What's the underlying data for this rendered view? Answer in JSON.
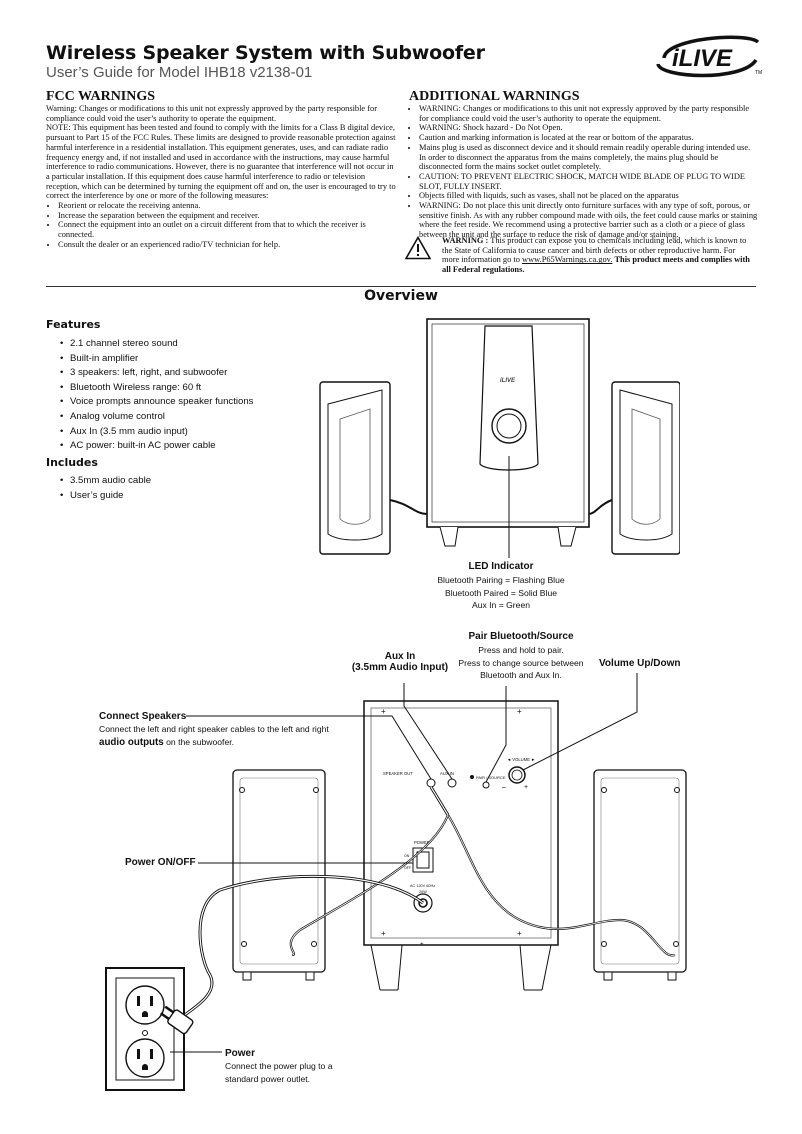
{
  "header": {
    "title": "Wireless Speaker System with Subwoofer",
    "subtitle": "User’s Guide for Model IHB18 v2138-01",
    "logo_text": "iLIVE"
  },
  "fcc": {
    "heading": "FCC WARNINGS",
    "paragraph1": "Warning: Changes or modifications to this unit not expressly approved by the party responsible for compliance could void the user’s authority to operate the equipment.",
    "paragraph2": "NOTE: This equipment has been tested and found to comply with the limits for a Class B digital device, pursuant to Part 15 of the FCC Rules. These limits are designed to provide reasonable protection against harmful interference in a residential installation. This equipment generates, uses, and can radiate radio frequency energy and, if not installed and used in accordance with the instructions, may cause harmful interference to radio communications. However, there is no guarantee that interference will not occur in a particular installation. If this equipment does cause harmful interference to radio or television reception, which can be determined by turning the equipment off and on, the user is encouraged to try to correct the interference by one or more of the following measures:",
    "measures": [
      "Reorient or relocate the receiving antenna.",
      "Increase the separation between the equipment and receiver.",
      "Connect the equipment into an outlet on a circuit different from that to which the receiver is connected.",
      "Consult the dealer or an experienced radio/TV technician for help."
    ]
  },
  "additional": {
    "heading": "ADDITIONAL WARNINGS",
    "items": [
      "WARNING: Changes or modifications to this unit not expressly approved by the party responsible for compliance could void the user’s authority to operate the equipment.",
      "WARNING: Shock hazard - Do Not Open.",
      "Caution and marking information is located at the rear or bottom of the apparatus.",
      "Mains plug is used as disconnect device and it should remain readily operable during intended use. In order to disconnect the apparatus from the mains completely, the mains plug should be disconnected form the mains socket outlet completely.",
      "CAUTION: TO PREVENT ELECTRIC SHOCK, MATCH WIDE BLADE OF PLUG TO WIDE SLOT, FULLY INSERT.",
      "Objects filled with liquids, such as vases, shall not be placed on the apparatus",
      "WARNING: Do not place this unit directly onto furniture surfaces with any type of soft, porous, or sensitive finish. As with any rubber compound made with oils, the feet could cause marks or staining where the feet reside.  We recommend using a protective barrier such as a cloth or a piece of glass between the unit and the surface to reduce the risk of damage and/or staining."
    ],
    "p65_label": "WARNING :",
    "p65_text": "This product can expose you to chemicals including lead, which is known to the State of California to cause cancer and birth defects or other reproductive harm. For more information go to",
    "p65_link": "www.P65Warnings.ca.gov.",
    "p65_bold": "This product meets and complies with all Federal regulations."
  },
  "overview": {
    "heading": "Overview",
    "features_heading": "Features",
    "features": [
      "2.1 channel stereo sound",
      "Built-in amplifier",
      "3 speakers: left, right, and subwoofer",
      "Bluetooth Wireless range: 60 ft",
      "Voice prompts announce speaker functions",
      "Analog volume control",
      "Aux In (3.5 mm audio input)",
      "AC power: built-in AC power cable"
    ],
    "includes_heading": "Includes",
    "includes": [
      "3.5mm audio cable",
      "User’s guide"
    ]
  },
  "callouts": {
    "led_title": "LED Indicator",
    "led_lines": [
      "Bluetooth Pairing = Flashing Blue",
      "Bluetooth Paired = Solid Blue",
      "Aux In = Green"
    ],
    "pair_title": "Pair Bluetooth/Source",
    "pair_lines": [
      "Press and hold to pair.",
      "Press to change source between",
      "Bluetooth and Aux In."
    ],
    "aux_title_1": "Aux In",
    "aux_title_2": "(3.5mm Audio Input)",
    "volume_title": "Volume Up/Down",
    "connect_title": "Connect Speakers",
    "connect_line1": "Connect the left and right speaker cables to the left and right",
    "connect_line2_bold": "audio outputs",
    "connect_line2_rest": " on the subwoofer.",
    "power_switch_title": "Power ON/OFF",
    "power_title": "Power",
    "power_lines": [
      "Connect the power plug to a",
      "standard power outlet."
    ]
  },
  "panel_labels": {
    "speaker_out": "SPEAKER OUT",
    "aux_in": "AUX IN",
    "pair_source": "PAIR / SOURCE",
    "volume": "◄ VOLUME ►",
    "power": "POWER",
    "on": "ON",
    "off": "OFF",
    "ac_line1": "AC 120V 60Hz",
    "ac_line2": "20W",
    "minus": "–",
    "plus": "+"
  }
}
